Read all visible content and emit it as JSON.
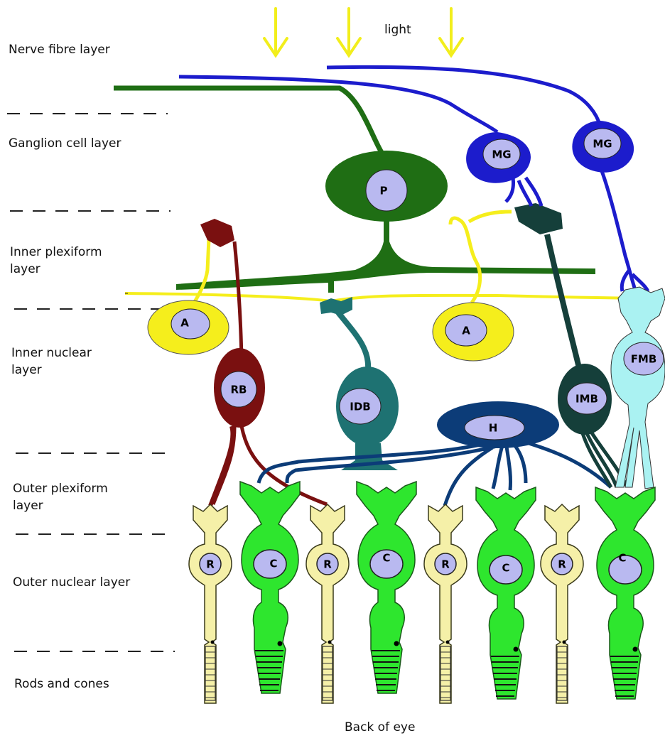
{
  "layers": {
    "nerve_fibre": "Nerve fibre layer",
    "ganglion": "Ganglion cell layer",
    "inner_plexiform": "Inner plexiform\nlayer",
    "inner_nuclear": "Inner nuclear\nlayer",
    "outer_plexiform": "Outer plexiform\nlayer",
    "outer_nuclear": "Outer nuclear layer",
    "rods_cones": "Rods and cones"
  },
  "light_label": "light",
  "bottom_label": "Back of eye",
  "cells": {
    "mg1": "MG",
    "mg2": "MG",
    "p": "P",
    "a1": "A",
    "a2": "A",
    "rb": "RB",
    "idb": "IDB",
    "imb": "IMB",
    "fmb": "FMB",
    "h": "H",
    "r1": "R",
    "r2": "R",
    "r3": "R",
    "r4": "R",
    "c1": "C",
    "c2": "C",
    "c3": "C",
    "c4": "C"
  },
  "colors": {
    "parasol": "#1f6e14",
    "midget_ganglion": "#1c1ccc",
    "amacrine": "#f5ee1c",
    "rod_bipolar": "#7a1010",
    "invaginating_diffuse_bipolar": "#1e7272",
    "invaginating_midget_bipolar": "#153f3a",
    "flat_midget_bipolar": "#aaf2f2",
    "horizontal": "#0c3c78",
    "rod": "#f5f0a8",
    "cone": "#2ee62e",
    "nucleus": "#b9b9f0",
    "light_arrow": "#f2ee1c"
  }
}
